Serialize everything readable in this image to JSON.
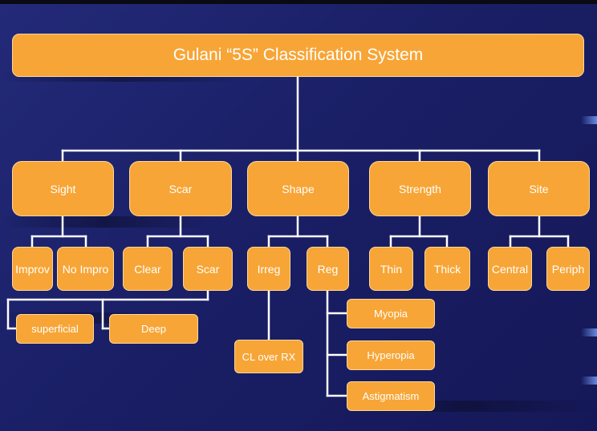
{
  "title": "Gulani “5S” Classification System",
  "categories": [
    {
      "label": "Sight",
      "children": [
        "Improv",
        "No Impro"
      ]
    },
    {
      "label": "Scar",
      "children": [
        "Clear",
        "Scar"
      ],
      "sub": [
        "superficial",
        "Deep"
      ]
    },
    {
      "label": "Shape",
      "children": [
        "Irreg",
        "Reg"
      ],
      "irreg_sub": [
        "CL over RX"
      ],
      "reg_sub": [
        "Myopia",
        "Hyperopia",
        "Astigmatism"
      ]
    },
    {
      "label": "Strength",
      "children": [
        "Thin",
        "Thick"
      ]
    },
    {
      "label": "Site",
      "children": [
        "Central",
        "Periph"
      ]
    }
  ],
  "colors": {
    "box": "#f7a536",
    "box_border": "#ffd89a",
    "background": "#1e2470",
    "line": "#ffffff"
  }
}
